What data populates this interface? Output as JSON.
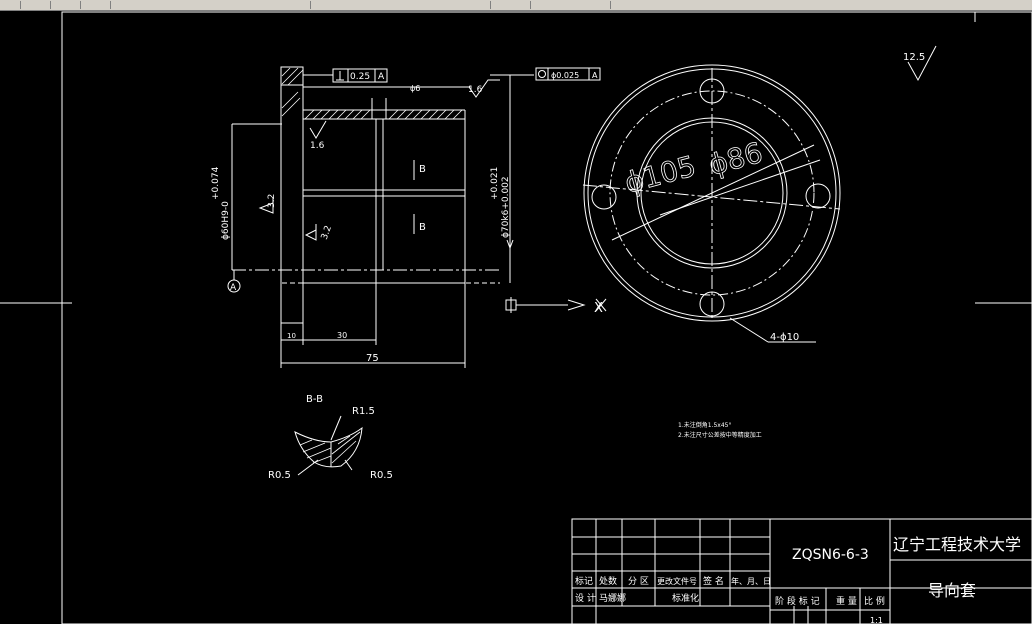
{
  "roughness": {
    "general": "12.5",
    "bore_face": "1.6",
    "top": "1.6",
    "outer": "3.2",
    "inner": "3.2"
  },
  "tolerance": {
    "perp_value": "0.25",
    "perp_datum": "A",
    "conc_value": "ϕ0.025",
    "conc_datum": "A"
  },
  "dims": {
    "hole": "ϕ6",
    "bore": "ϕ60H9-0",
    "bore_tol": "+0.074",
    "outer": "ϕ70k6+0.002",
    "outer_tol": "+0.021",
    "len_total": "75",
    "len_step": "30",
    "len_flange": "10",
    "holes": "4-ϕ10",
    "d105": "ϕ105",
    "d86": "ϕ86",
    "datum": "A"
  },
  "section": {
    "mark": "B",
    "title": "B-B",
    "r_top": "R1.5",
    "r_left": "R0.5",
    "r_right": "R0.5"
  },
  "axis_label": "X",
  "notes": [
    "1.未注倒角1.5x45°",
    "2.未注尺寸公差按中等精度加工"
  ],
  "title_block": {
    "drawing_no": "ZQSN6-6-3",
    "school": "辽宁工程技术大学",
    "part_name": "导向套",
    "row1": [
      "标记",
      "处数",
      "分 区",
      "更改文件号",
      "签 名",
      "年、月、日"
    ],
    "row2": [
      "设 计",
      "马娜娜",
      "",
      "标准化"
    ],
    "stage_cols": [
      "阶 段 标 记",
      "重 量",
      "比 例"
    ],
    "scale": "1:1"
  }
}
